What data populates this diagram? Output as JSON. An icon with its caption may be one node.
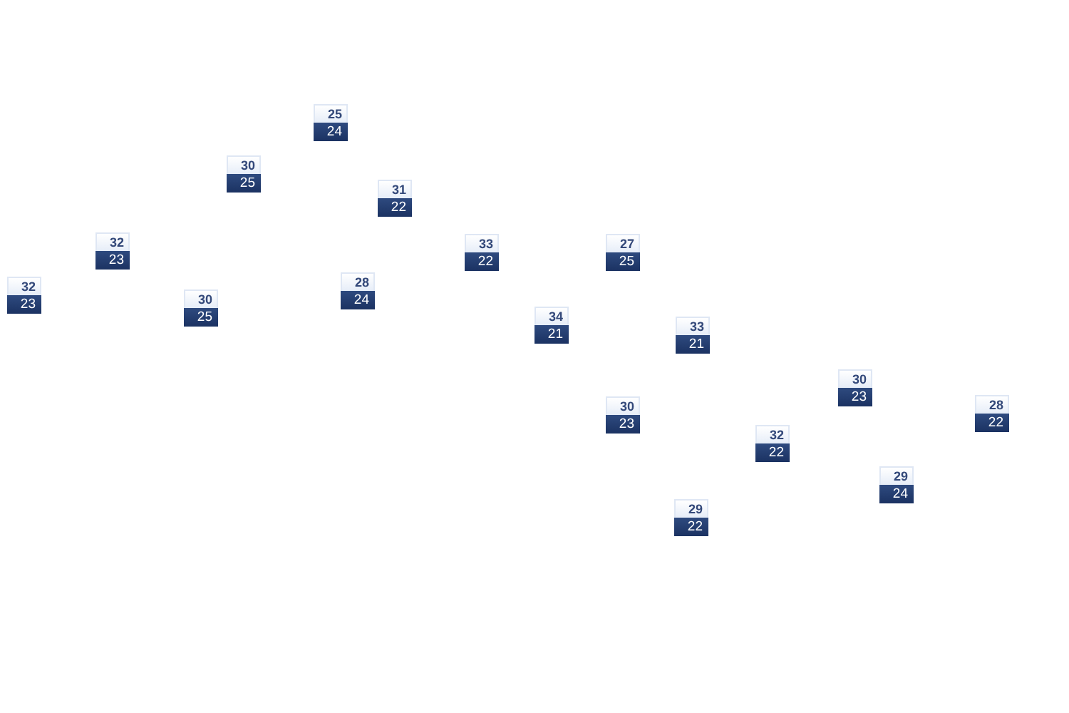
{
  "diagram": {
    "nodes": [
      {
        "text": [
          "25",
          "24"
        ]
      },
      {
        "text": [
          "30",
          "25"
        ]
      },
      {
        "text": [
          "31",
          "22"
        ]
      },
      {
        "text": [
          "32",
          "23"
        ]
      },
      {
        "text": [
          "33",
          "22"
        ]
      },
      {
        "text": [
          "27",
          "25"
        ]
      },
      {
        "text": [
          "32",
          "23"
        ]
      },
      {
        "text": [
          "28",
          "24"
        ]
      },
      {
        "text": [
          "30",
          "25"
        ]
      },
      {
        "text": [
          "34",
          "21"
        ]
      },
      {
        "text": [
          "33",
          "21"
        ]
      },
      {
        "text": [
          "30",
          "23"
        ]
      },
      {
        "text": [
          "28",
          "22"
        ]
      },
      {
        "text": [
          "30",
          "23"
        ]
      },
      {
        "text": [
          "32",
          "22"
        ]
      },
      {
        "text": [
          "29",
          "24"
        ]
      },
      {
        "text": [
          "29",
          "22"
        ]
      }
    ]
  }
}
